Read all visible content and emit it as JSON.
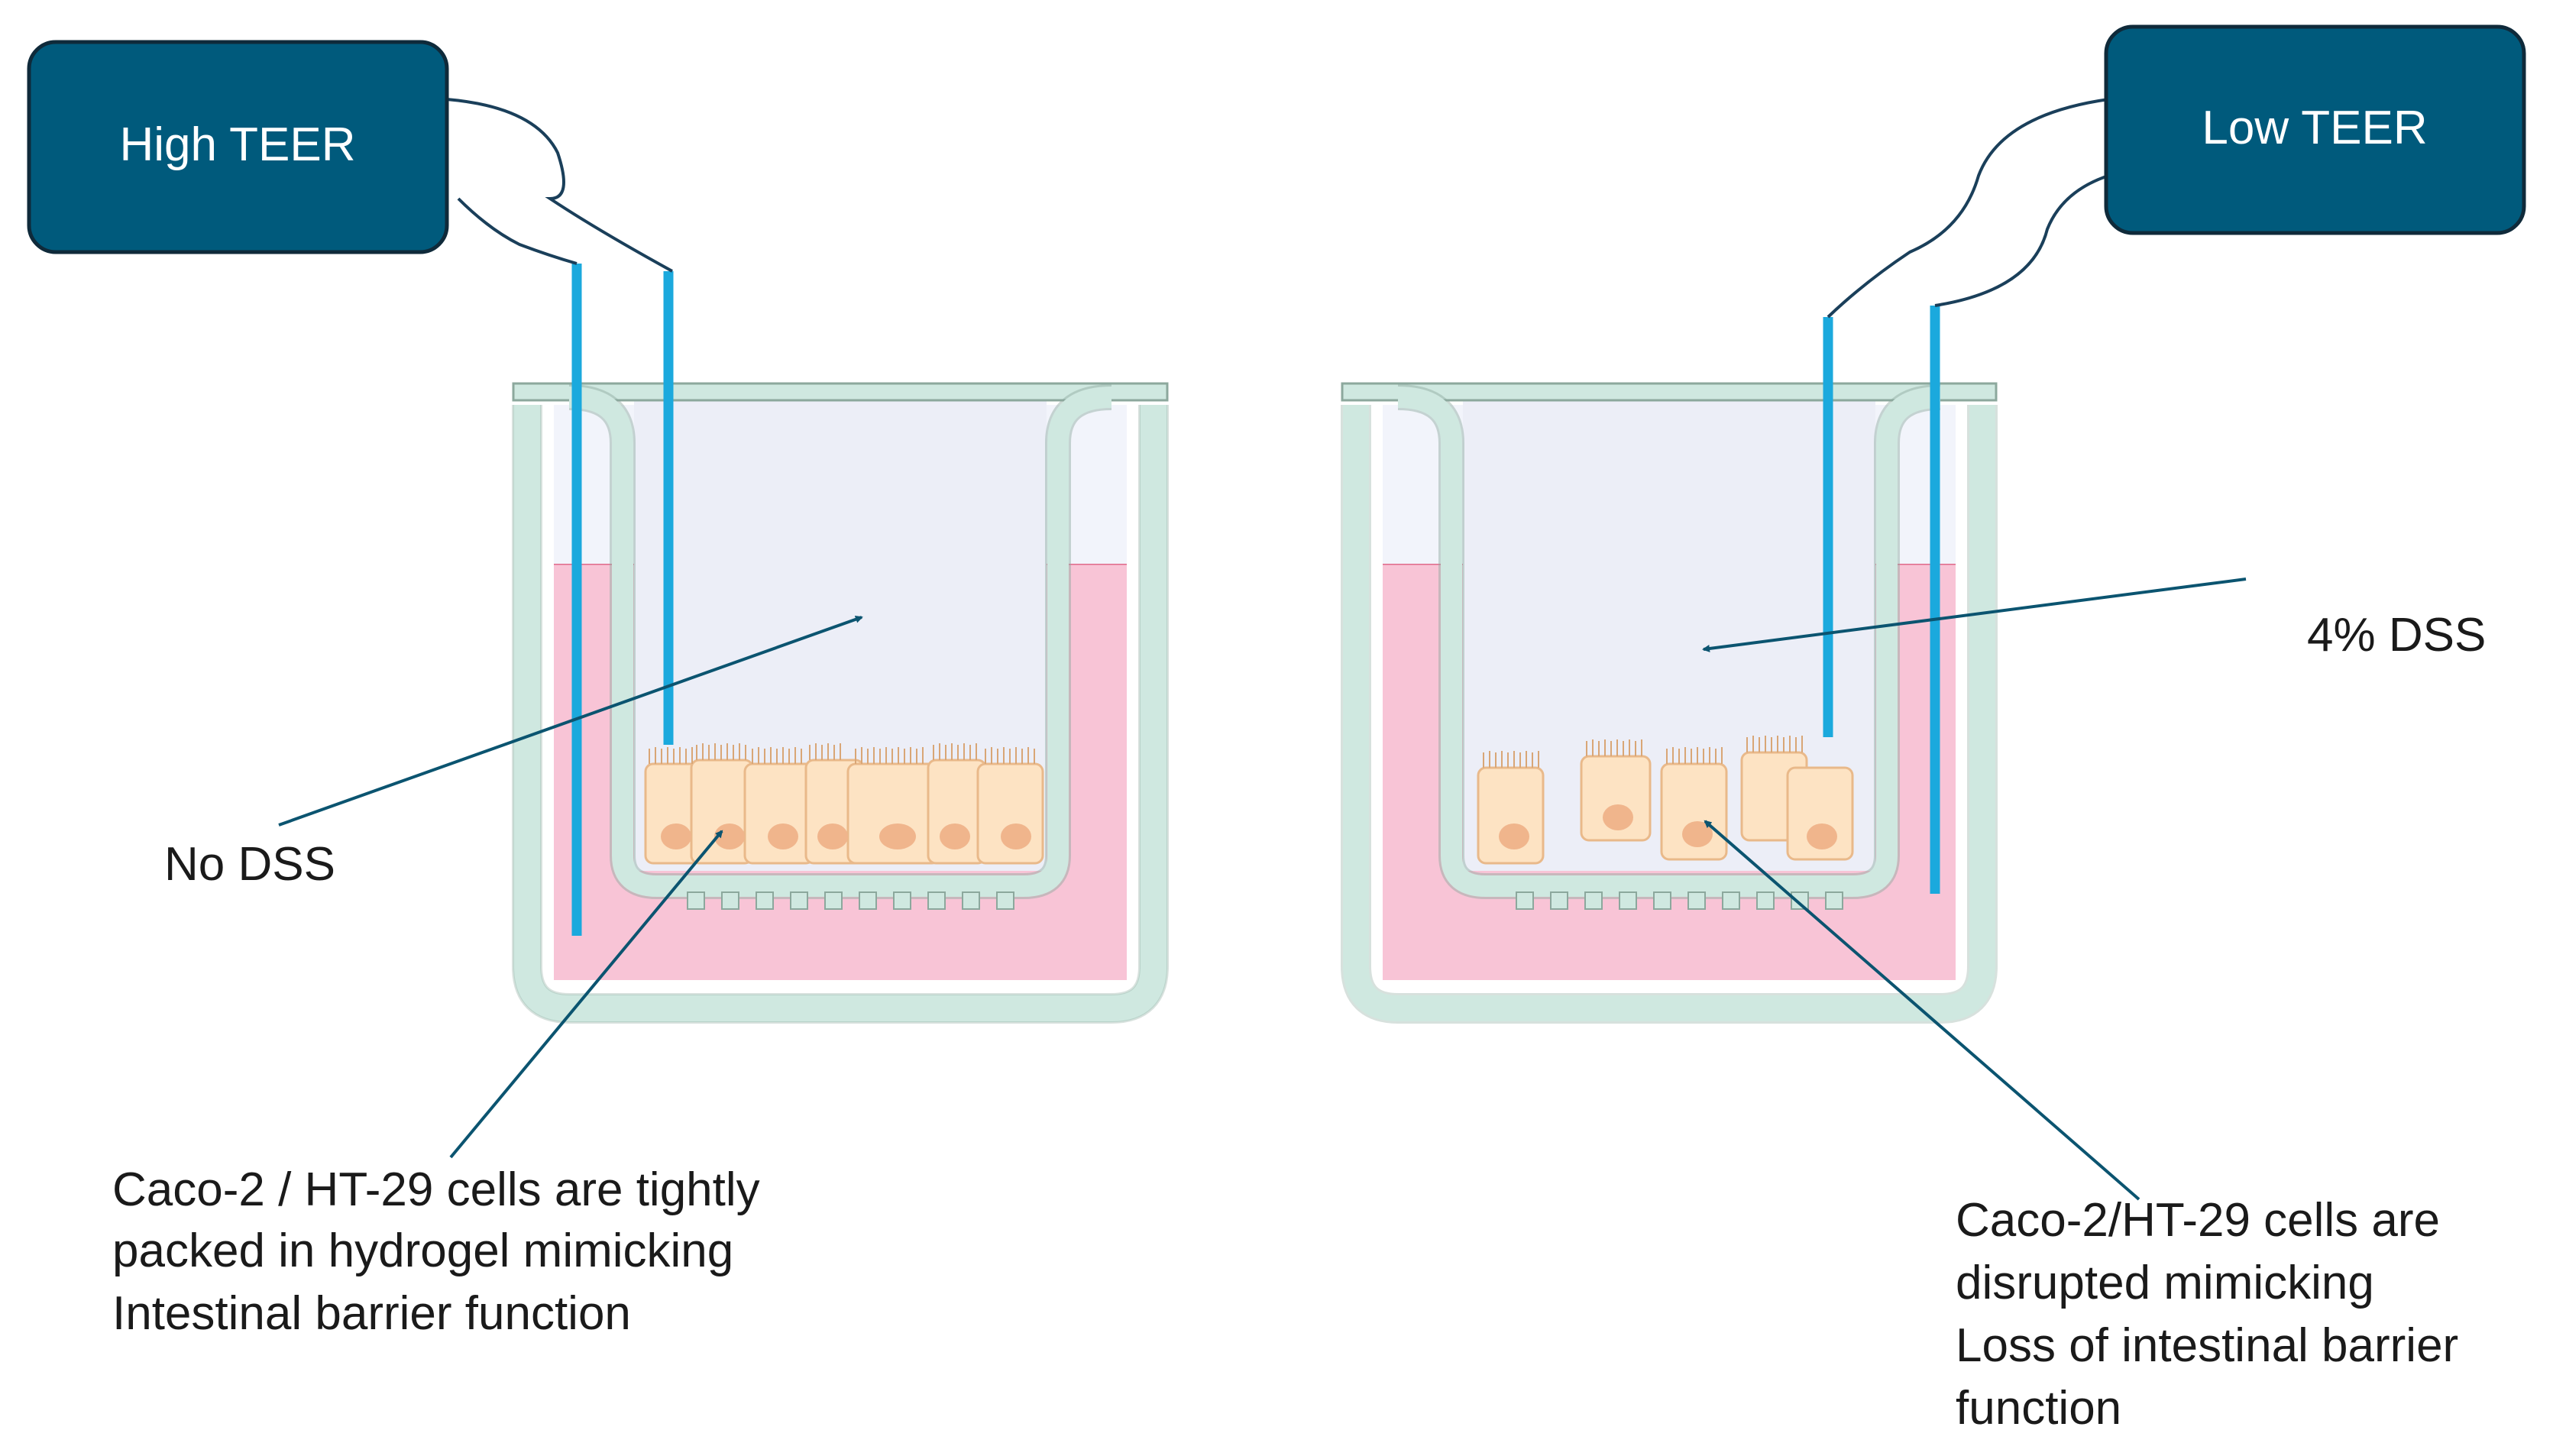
{
  "meters": {
    "left_label": "High TEER",
    "right_label": "Low TEER"
  },
  "treatments": {
    "left": "No DSS",
    "right": "4% DSS"
  },
  "captions": {
    "left": [
      "Caco-2 / HT-29 cells are tightly",
      "packed in hydrogel mimicking",
      "Intestinal barrier function"
    ],
    "right": [
      "Caco-2/HT-29 cells are",
      "disrupted mimicking",
      "Loss of intestinal barrier",
      "function"
    ]
  },
  "colors": {
    "meter_box": "#005a7c",
    "electrode": "#1ba9dd",
    "insert_wall": "#cfe8e0",
    "media_pink": "#f8c4d6",
    "apical_fluid": "#eceef7",
    "cell_fill": "#fde3c3",
    "nucleus": "#f0b58c",
    "arrow": "#0b5470"
  }
}
